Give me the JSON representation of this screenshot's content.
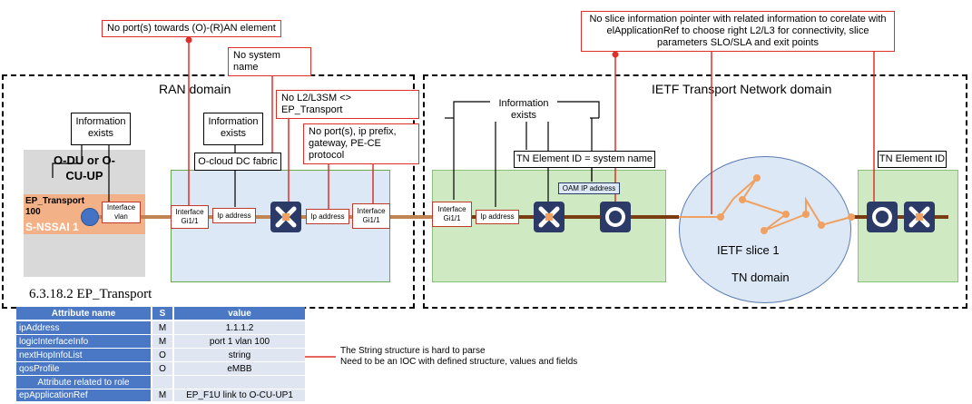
{
  "callouts": {
    "no_ports_ran": "No port(s) towards (O)-(R)AN element",
    "no_system_name": "No system name",
    "no_l2l3sm": "No L2/L3SM <> EP_Transport",
    "no_ports_ip": "No port(s), ip prefix, gateway, PE-CE protocol",
    "no_slice_info": "No slice information pointer with related information to corelate with elApplicationRef to choose right L2/L3 for connectivity, slice parameters SLO/SLA and exit points",
    "string_structure": "The String structure is hard to parse\nNeed to be an IOC with defined structure, values and fields"
  },
  "domains": {
    "ran": "RAN domain",
    "ietf": "IETF Transport Network domain"
  },
  "boxes": {
    "info_exists_1": "Information exists",
    "info_exists_2": "Information exists",
    "info_exists_3": "Information exists",
    "ocloud": "O-cloud DC fabric",
    "tn_element_sys": "TN Element ID = system name",
    "tn_element_id": "TN Element ID",
    "oam_ip": "OAM IP address"
  },
  "odu": {
    "title": "O-DU or O-CU-UP",
    "ep": "EP_Transport 100",
    "snssai": "S-NSSAI 1"
  },
  "ports": {
    "iface_vlan": "Interface vlan",
    "iface_gi_1": "Interface Gi1/1",
    "ip_addr_1": "Ip address",
    "ip_addr_2": "Ip address",
    "iface_gi_2": "Interface Gi1/1",
    "iface_gi_3": "Interface Gi1/1",
    "ip_addr_3": "Ip address"
  },
  "slice": {
    "name": "IETF slice 1",
    "domain": "TN domain"
  },
  "section_title": "6.3.18.2  EP_Transport",
  "table": {
    "headers": [
      "Attribute name",
      "S",
      "value"
    ],
    "rows": [
      {
        "name": "ipAddress",
        "s": "M",
        "value": "1.1.1.2"
      },
      {
        "name": "logicInterfaceInfo",
        "s": "M",
        "value": "port 1 vlan 100"
      },
      {
        "name": "nextHopInfoList",
        "s": "O",
        "value": "string"
      },
      {
        "name": "qosProfile",
        "s": "O",
        "value": "eMBB"
      },
      {
        "name": "Attribute related to role",
        "s": "",
        "value": ""
      },
      {
        "name": "epApplicationRef",
        "s": "M",
        "value": "EP_F1U link to O-CU-UP1"
      }
    ]
  },
  "colors": {
    "red": "#e0302a",
    "brown": "#8b4513",
    "orange": "#f0a061",
    "navy": "#2b3a67",
    "table_blue": "#4a78c4"
  }
}
